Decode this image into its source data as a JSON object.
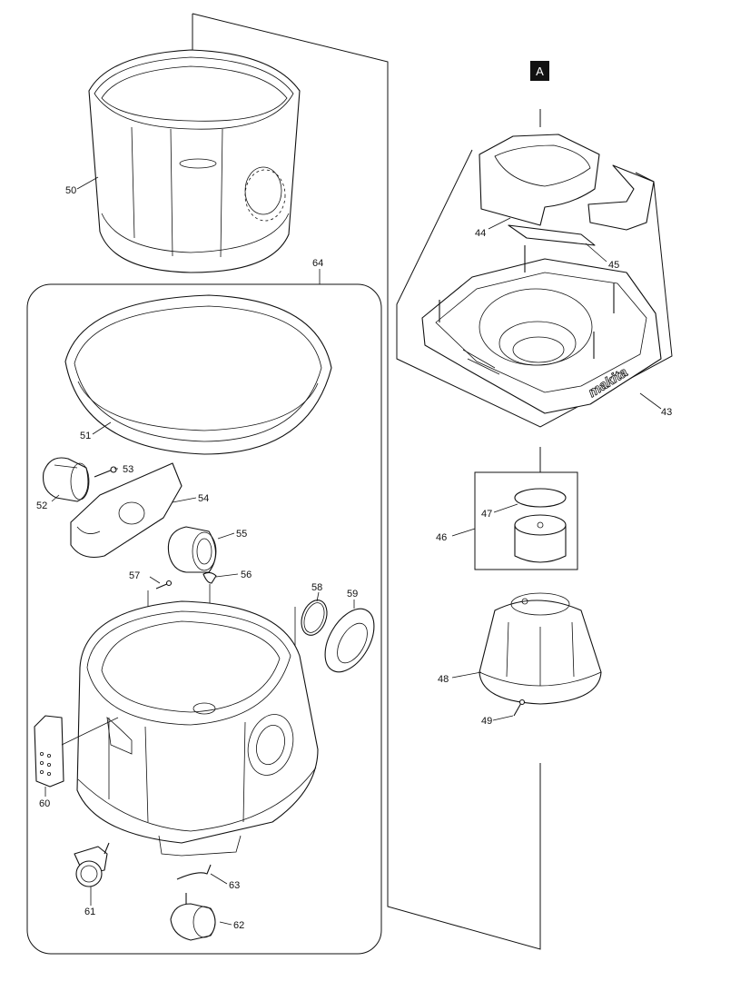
{
  "diagram": {
    "marker": "A",
    "logo_text": "makita",
    "parts": [
      {
        "id": "p43",
        "label": "43"
      },
      {
        "id": "p44",
        "label": "44"
      },
      {
        "id": "p45",
        "label": "45"
      },
      {
        "id": "p46",
        "label": "46"
      },
      {
        "id": "p47",
        "label": "47"
      },
      {
        "id": "p48",
        "label": "48"
      },
      {
        "id": "p49",
        "label": "49"
      },
      {
        "id": "p50",
        "label": "50"
      },
      {
        "id": "p51",
        "label": "51"
      },
      {
        "id": "p52",
        "label": "52"
      },
      {
        "id": "p53",
        "label": "53"
      },
      {
        "id": "p54",
        "label": "54"
      },
      {
        "id": "p55",
        "label": "55"
      },
      {
        "id": "p56",
        "label": "56"
      },
      {
        "id": "p57",
        "label": "57"
      },
      {
        "id": "p58",
        "label": "58"
      },
      {
        "id": "p59",
        "label": "59"
      },
      {
        "id": "p60",
        "label": "60"
      },
      {
        "id": "p61",
        "label": "61"
      },
      {
        "id": "p62",
        "label": "62"
      },
      {
        "id": "p63",
        "label": "63"
      },
      {
        "id": "p64",
        "label": "64"
      }
    ]
  }
}
